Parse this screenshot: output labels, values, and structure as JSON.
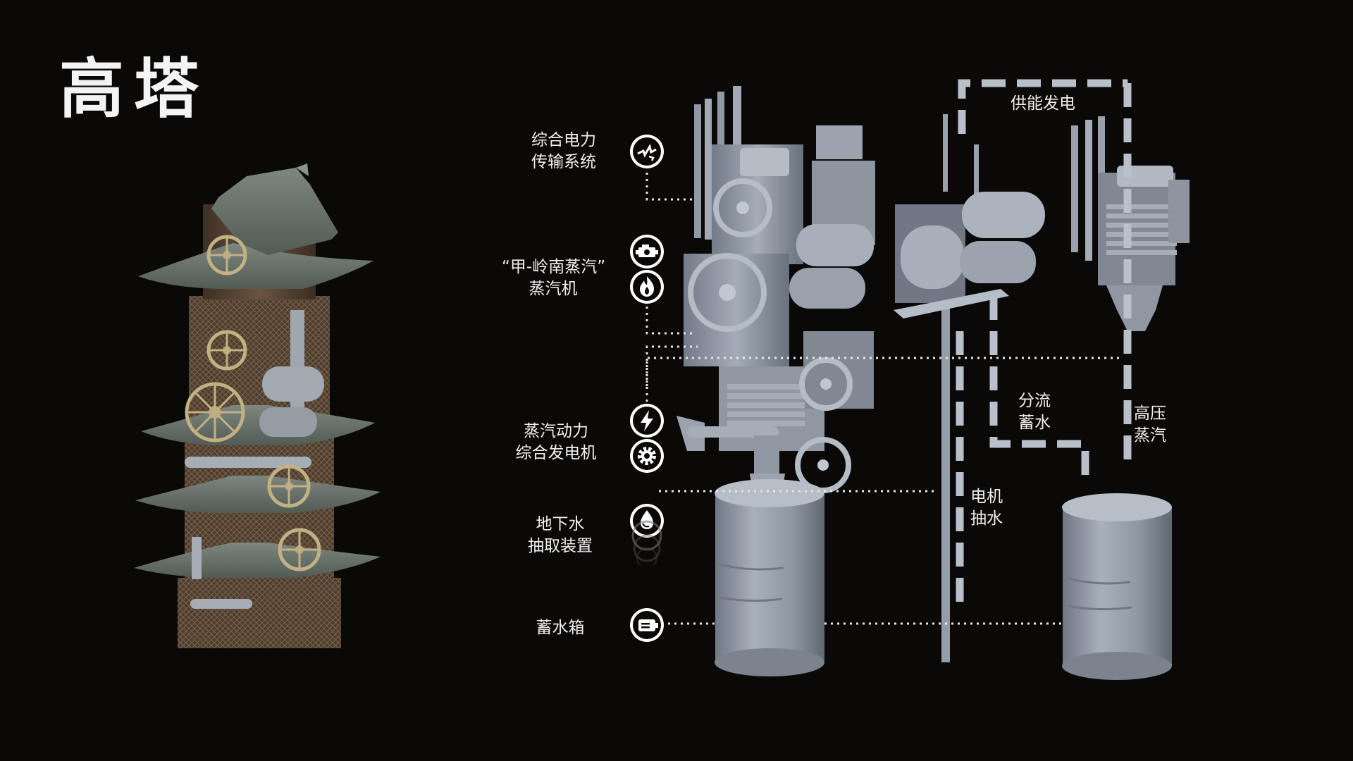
{
  "title": "高塔",
  "labels": {
    "power_transmission": [
      "综合电力",
      "传输系统"
    ],
    "steam_engine": [
      "“甲-岭南蒸汽”",
      "蒸汽机"
    ],
    "generator": [
      "蒸汽动力",
      "综合发电机"
    ],
    "groundwater": [
      "地下水",
      "抽取装置"
    ],
    "water_tank": "蓄水箱",
    "power_supply": "供能发电",
    "split_storage": [
      "分流",
      "蓄水"
    ],
    "high_pressure": [
      "高压",
      "蒸汽"
    ],
    "motor_pump": [
      "电机",
      "抽水"
    ]
  },
  "icons": {
    "power_transmission": "lightning-crack-icon",
    "steam_engine_a": "engine-icon",
    "steam_engine_b": "flame-icon",
    "generator_a": "lightning-bolt-icon",
    "generator_b": "gear-icon",
    "groundwater": "water-drop-icon",
    "water_tank": "tank-icon"
  },
  "colors": {
    "background": "#0b0908",
    "machine": "#9aa3ae",
    "dash_line": "#b9c0c9",
    "tower_roof": "#6f7a72",
    "tower_wood": "#5a4634",
    "gear_gold": "#b8a77a"
  }
}
